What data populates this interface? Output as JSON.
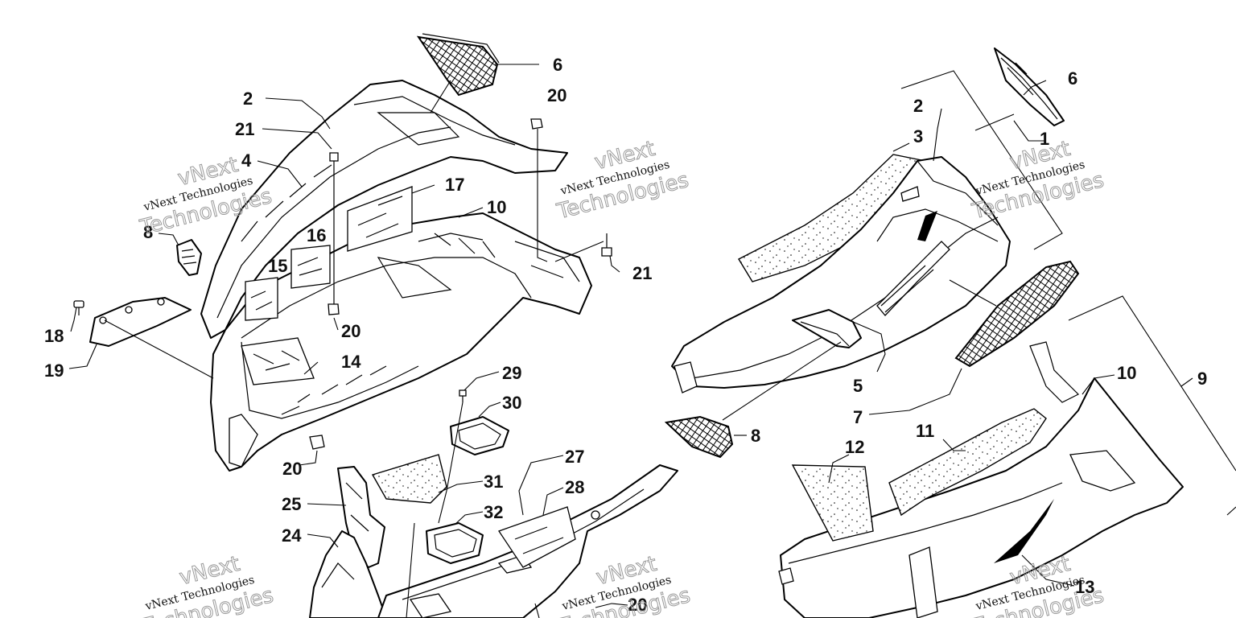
{
  "diagram": {
    "callouts": {
      "c1": "1",
      "c2a": "2",
      "c2b": "2",
      "c3": "3",
      "c4": "4",
      "c5": "5",
      "c6a": "6",
      "c6b": "6",
      "c7": "7",
      "c8a": "8",
      "c8b": "8",
      "c9": "9",
      "c10a": "10",
      "c10b": "10",
      "c11": "11",
      "c12": "12",
      "c13": "13",
      "c14": "14",
      "c15": "15",
      "c16": "16",
      "c17": "17",
      "c18": "18",
      "c19": "19",
      "c20a": "20",
      "c20b": "20",
      "c20c": "20",
      "c20d": "20",
      "c21a": "21",
      "c21b": "21",
      "c24": "24",
      "c25": "25",
      "c27": "27",
      "c28": "28",
      "c29": "29",
      "c30": "30",
      "c31": "31",
      "c32": "32"
    },
    "watermark": {
      "brand": "vNext Technologies",
      "big_top": "vNext",
      "big_bottom": "Technologies"
    }
  }
}
